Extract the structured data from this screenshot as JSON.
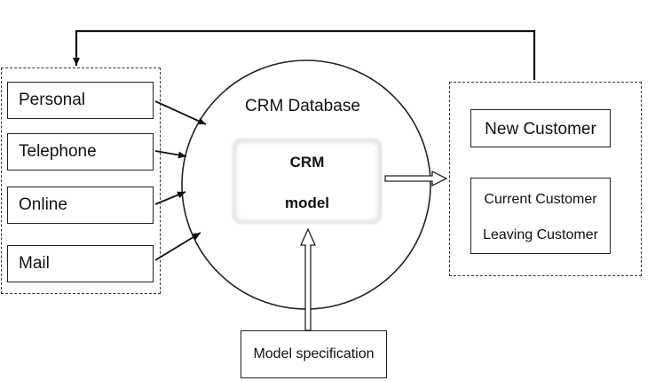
{
  "channels": {
    "personal": "Personal",
    "telephone": "Telephone",
    "online": "Online",
    "mail": "Mail"
  },
  "database": {
    "title": "CRM Database",
    "model_line1": "CRM",
    "model_line2": "model"
  },
  "customers": {
    "new": "New Customer",
    "current": "Current Customer",
    "leaving": "Leaving Customer"
  },
  "specification": "Model specification",
  "colors": {
    "stroke": "#222222",
    "background": "#ffffff"
  }
}
